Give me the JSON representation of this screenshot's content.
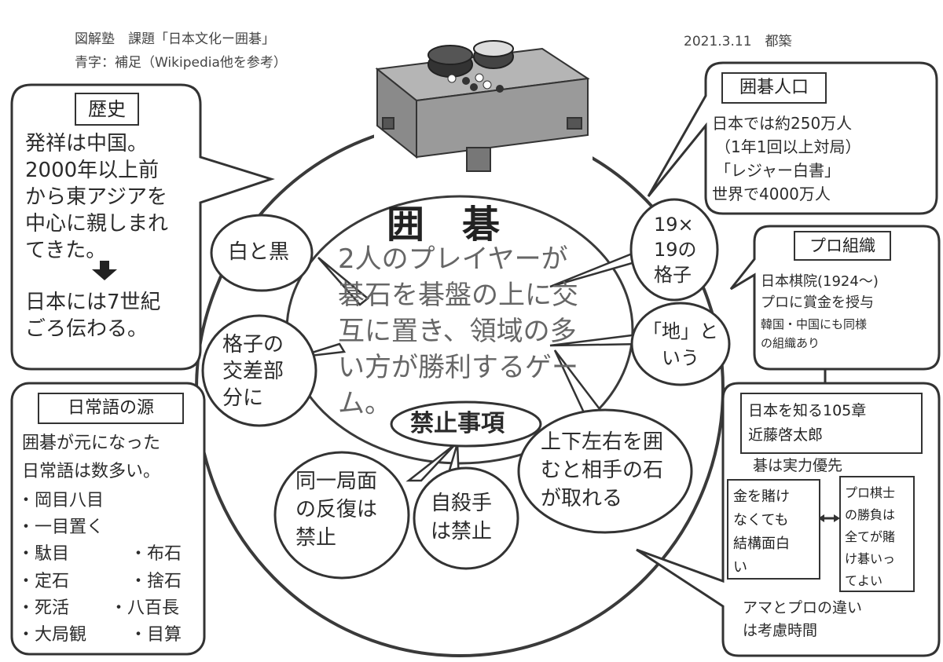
{
  "header": {
    "title": "図解塾　課題「日本文化ー囲碁」",
    "note": "青字：補足（Wikipedia他を参考）",
    "date_author": "2021.3.11　都築"
  },
  "center": {
    "title": "囲　碁",
    "body": [
      "2人のプレイヤーが",
      "碁石を碁盤の上に交",
      "互に置き、領域の多",
      "い方が勝利するゲー",
      "ム。"
    ]
  },
  "history": {
    "label": "歴史",
    "lines": [
      "発祥は中国。",
      "2000年以上前",
      "から東アジアを",
      "中心に親しまれ",
      "てきた。"
    ],
    "lines2": [
      "日本には7世紀",
      "ごろ伝わる。"
    ]
  },
  "daily": {
    "label": "日常語の源",
    "intro": [
      "囲碁が元になった",
      "日常語は数多い。"
    ],
    "left_items": [
      "・岡目八目",
      "・一目置く",
      "・駄目",
      "・定石",
      "・死活",
      "・大局観"
    ],
    "right_items": [
      "・布石",
      "・捨石",
      "・八百長",
      "・目算"
    ]
  },
  "population": {
    "label": "囲碁人口",
    "lines": [
      "日本では約250万人",
      "（1年1回以上対局）",
      "「レジャー白書」",
      "世界で4000万人"
    ]
  },
  "pro": {
    "label": "プロ組織",
    "lines": [
      "日本棋院(1924～)",
      "プロに賞金を授与"
    ],
    "small": [
      "韓国・中国にも同様",
      "の組織あり"
    ]
  },
  "book": {
    "line1": "日本を知る105章",
    "line2": "近藤啓太郎",
    "sub": "碁は実力優先",
    "ama": [
      "金を賭け",
      "なくても",
      "結構面白",
      "い"
    ],
    "pro_side": [
      "プロ棋士",
      "の勝負は",
      "全てが賭",
      "け碁いっ",
      "てよい"
    ],
    "diff": [
      "アマとプロの違い",
      "は考慮時間"
    ]
  },
  "bubbles": {
    "shirokuro": "白と黒",
    "koshi": [
      "格子の",
      "交差部",
      "分に"
    ],
    "grid": [
      "19×",
      "19の",
      "格子"
    ],
    "chi": [
      "「地」と",
      "いう"
    ],
    "kakomu": [
      "上下左右を囲",
      "むと相手の石",
      "が取れる"
    ]
  },
  "forbidden": {
    "label": "禁止事項",
    "repeat": [
      "同一局面",
      "の反復は",
      "禁止"
    ],
    "suicide": [
      "自殺手",
      "は禁止"
    ]
  },
  "colors": {
    "ink": "#333333",
    "stroke": "#3a3a3a",
    "board": "#a9a9a9",
    "board_dark": "#7a7a7a",
    "stone_black": "#333333"
  }
}
